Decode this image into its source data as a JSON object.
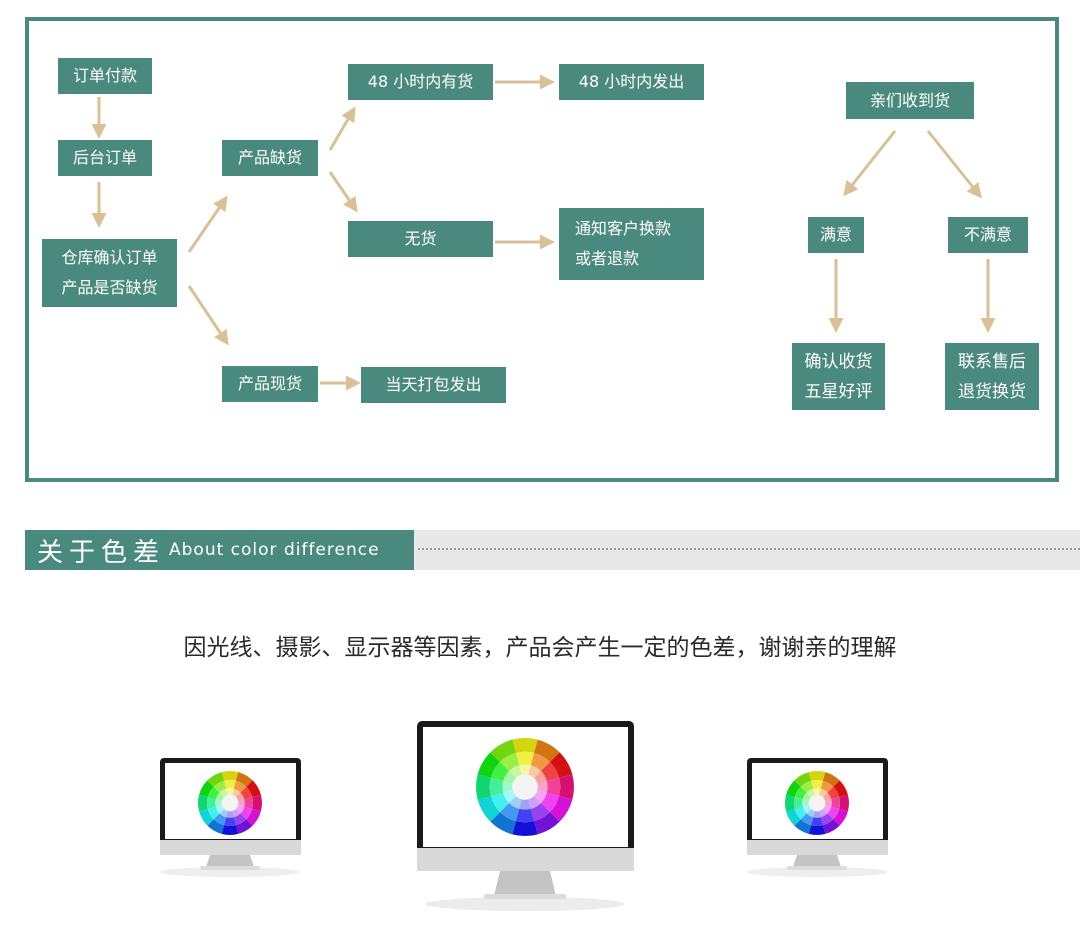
{
  "flow": {
    "pay": "订单付款",
    "backend": "后台订单",
    "warehouse": [
      "仓库确认订单",
      "产品是否缺货"
    ],
    "out_of_stock": "产品缺货",
    "in_48h": "48 小时内有货",
    "ship_48h": "48 小时内发出",
    "no_stock": "无货",
    "notify": [
      "通知客户换款",
      "或者退款"
    ],
    "in_stock": "产品现货",
    "ship_today": "当天打包发出",
    "received": "亲们收到货",
    "satisfied": "满意",
    "unsatisfied": "不满意",
    "confirm": [
      "确认收货",
      "五星好评"
    ],
    "contact": [
      "联系售后",
      "退货换货"
    ]
  },
  "section": {
    "title_zh": "关于色差",
    "title_en": "About color difference"
  },
  "notice": "因光线、摄影、显示器等因素，产品会产生一定的色差，谢谢亲的理解",
  "colors": {
    "teal": "#4a8a7e",
    "arrow": "#d8c097",
    "gray_bar": "#e8e8e8"
  }
}
